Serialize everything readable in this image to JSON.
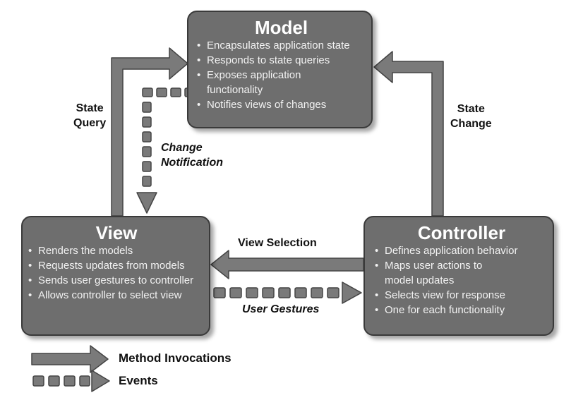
{
  "model": {
    "title": "Model",
    "items": [
      {
        "line1": "Encapsulates application state",
        "line2": ""
      },
      {
        "line1": "Responds to state queries",
        "line2": ""
      },
      {
        "line1": "Exposes application",
        "line2": "functionality"
      },
      {
        "line1": "Notifies views of changes",
        "line2": ""
      }
    ]
  },
  "view": {
    "title": "View",
    "items": [
      {
        "line1": "Renders the models",
        "line2": ""
      },
      {
        "line1": "Requests updates from models",
        "line2": ""
      },
      {
        "line1": "Sends user gestures to controller",
        "line2": ""
      },
      {
        "line1": "Allows controller to select view",
        "line2": ""
      }
    ]
  },
  "controller": {
    "title": "Controller",
    "items": [
      {
        "line1": "Defines application behavior",
        "line2": ""
      },
      {
        "line1": "Maps user actions to",
        "line2": "model updates"
      },
      {
        "line1": "Selects view for response",
        "line2": ""
      },
      {
        "line1": "One for each functionality",
        "line2": ""
      }
    ]
  },
  "labels": {
    "state_query_1": "State",
    "state_query_2": "Query",
    "change_notification_1": "Change",
    "change_notification_2": "Notification",
    "state_change_1": "State",
    "state_change_2": "Change",
    "view_selection": "View Selection",
    "user_gestures": "User Gestures"
  },
  "legend": {
    "method_invocations": "Method Invocations",
    "events": "Events"
  },
  "colors": {
    "box_fill": "#6e6e6e",
    "arrow_fill": "#7a7a7a",
    "arrow_stroke": "#444444"
  }
}
